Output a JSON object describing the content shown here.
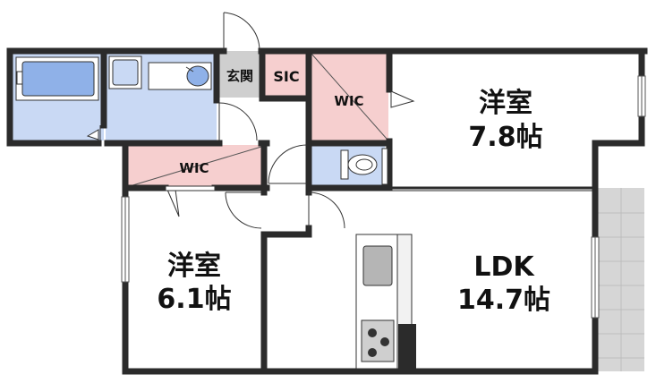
{
  "rooms": {
    "bedroom1": {
      "name": "洋室",
      "size": "7.8帖"
    },
    "bedroom2": {
      "name": "洋室",
      "size": "6.1帖"
    },
    "ldk": {
      "name": "LDK",
      "size": "14.7帖"
    },
    "wic1": {
      "name": "WIC"
    },
    "wic2": {
      "name": "WIC"
    },
    "entrance": {
      "name": "玄関"
    },
    "sic": {
      "name": "SIC"
    }
  },
  "colors": {
    "wall": "#2b2b2b",
    "wet_area": "#c9d9f4",
    "closet": "#f6cfcf",
    "balcony": "#d3d3d3",
    "entrance": "#cfcfcf"
  }
}
